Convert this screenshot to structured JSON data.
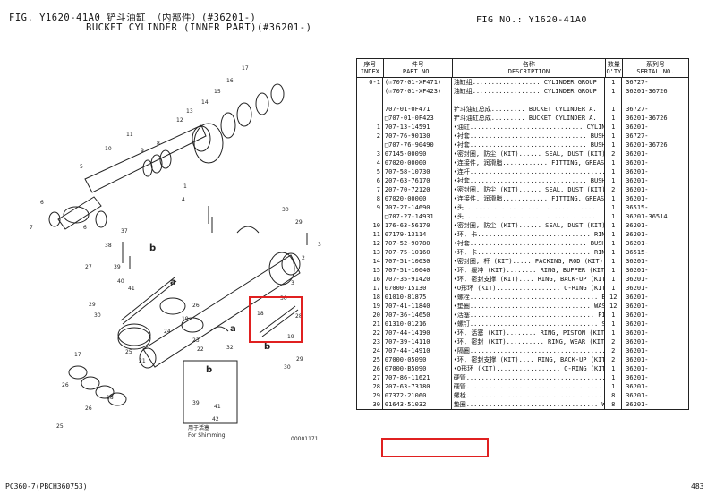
{
  "header": {
    "line1": "FIG. Y1620-41A0 铲斗油缸 （内部件）(#36201-)",
    "line2": "BUCKET CYLINDER (INNER PART)(#36201-)",
    "fig_no": "FIG NO.: Y1620-41A0"
  },
  "table": {
    "columns": [
      {
        "zh": "序号",
        "en": "INDEX"
      },
      {
        "zh": "件号",
        "en": "PART NO."
      },
      {
        "zh": "名称",
        "en": "DESCRIPTION"
      },
      {
        "zh": "数量",
        "en": "Q'TY"
      },
      {
        "zh": "系列号",
        "en": "SERIAL NO."
      }
    ],
    "rows": [
      {
        "idx": "0-1",
        "part": "(☉707-01-XF471)",
        "desc": "油缸组.................. CYLINDER GROUP",
        "qty": "1",
        "ser": "36727-"
      },
      {
        "idx": "",
        "part": "(☉707-01-XF423)",
        "desc": "油缸组.................. CYLINDER GROUP",
        "qty": "1",
        "ser": "36201-36726"
      },
      {
        "idx": "",
        "part": "",
        "desc": "",
        "qty": "",
        "ser": ""
      },
      {
        "idx": "",
        "part": "707-01-0F471",
        "desc": "铲斗油缸总成......... BUCKET CYLINDER A.",
        "qty": "1",
        "ser": "36727-"
      },
      {
        "idx": "",
        "part": "□707-01-0F423",
        "desc": "铲斗油缸总成......... BUCKET CYLINDER A.",
        "qty": "1",
        "ser": "36201-36726"
      },
      {
        "idx": "1",
        "part": "707-13-14591",
        "desc": "•油缸.............................. CYLINDER",
        "qty": "1",
        "ser": "36201-"
      },
      {
        "idx": "2",
        "part": "707-76-90130",
        "desc": "•衬套............................... BUSHING",
        "qty": "1",
        "ser": "36727-"
      },
      {
        "idx": "",
        "part": "□707-76-90490",
        "desc": "•衬套............................... BUSHING",
        "qty": "1",
        "ser": "36201-36726"
      },
      {
        "idx": "3",
        "part": "07145-00090",
        "desc": "•密封圈, 防尘 (KIT)...... SEAL, DUST (KIT)",
        "qty": "2",
        "ser": "36201-"
      },
      {
        "idx": "4",
        "part": "07020-00000",
        "desc": "•连接件, 润滑脂............ FITTING, GREASE",
        "qty": "1",
        "ser": "36201-"
      },
      {
        "idx": "5",
        "part": "707-58-10730",
        "desc": "•连杆.................................... ROD",
        "qty": "1",
        "ser": "36201-"
      },
      {
        "idx": "6",
        "part": "207-63-76170",
        "desc": "•衬套............................... BUSHING",
        "qty": "1",
        "ser": "36201-"
      },
      {
        "idx": "7",
        "part": "207-70-72120",
        "desc": "•密封圈, 防尘 (KIT)...... SEAL, DUST (KIT)",
        "qty": "2",
        "ser": "36201-"
      },
      {
        "idx": "8",
        "part": "07020-00000",
        "desc": "•连接件, 润滑脂............ FITTING, GREASE",
        "qty": "1",
        "ser": "36201-"
      },
      {
        "idx": "9",
        "part": "707-27-14690",
        "desc": "•头..................................... HEAD",
        "qty": "1",
        "ser": "36515-"
      },
      {
        "idx": "",
        "part": "□707-27-14931",
        "desc": "•头..................................... HEAD",
        "qty": "1",
        "ser": "36201-36514"
      },
      {
        "idx": "10",
        "part": "176-63-56170",
        "desc": "•密封圈, 防尘 (KIT)...... SEAL, DUST (KIT)",
        "qty": "1",
        "ser": "36201-"
      },
      {
        "idx": "11",
        "part": "07179-13114",
        "desc": "•环, 卡.............................. RING, SNAP",
        "qty": "1",
        "ser": "36201-"
      },
      {
        "idx": "12",
        "part": "707-52-90780",
        "desc": "•衬套............................... BUSHING",
        "qty": "1",
        "ser": "36201-"
      },
      {
        "idx": "13",
        "part": "707-75-10160",
        "desc": "•环, 卡.............................. RING, SNAP",
        "qty": "1",
        "ser": "36515-"
      },
      {
        "idx": "14",
        "part": "707-51-10030",
        "desc": "•密封圈, 杆 (KIT)..... PACKING, ROD (KIT)",
        "qty": "1",
        "ser": "36201-"
      },
      {
        "idx": "15",
        "part": "707-51-10640",
        "desc": "•环, 缓冲 (KIT)........ RING, BUFFER (KIT)",
        "qty": "1",
        "ser": "36201-"
      },
      {
        "idx": "16",
        "part": "707-35-91420",
        "desc": "•环, 密封支撑 (KIT).... RING, BACK-UP (KIT)",
        "qty": "1",
        "ser": "36201-"
      },
      {
        "idx": "17",
        "part": "07000-15130",
        "desc": "•O形环 (KIT)................. O-RING (KIT)",
        "qty": "1",
        "ser": "36201-"
      },
      {
        "idx": "18",
        "part": "01010-81875",
        "desc": "•螺栓.................................. BOLT",
        "qty": "12",
        "ser": "36201-"
      },
      {
        "idx": "19",
        "part": "707-41-11840",
        "desc": "•垫圈................................ WASHER",
        "qty": "12",
        "ser": "36201-"
      },
      {
        "idx": "20",
        "part": "707-36-14650",
        "desc": "•活塞................................. PISTON",
        "qty": "1",
        "ser": "36201-"
      },
      {
        "idx": "21",
        "part": "01310-01216",
        "desc": "•螺钉.................................. SCREW",
        "qty": "1",
        "ser": "36201-"
      },
      {
        "idx": "22",
        "part": "707-44-14190",
        "desc": "•环, 活塞 (KIT)........ RING, PISTON (KIT)",
        "qty": "1",
        "ser": "36201-"
      },
      {
        "idx": "23",
        "part": "707-39-14110",
        "desc": "•环, 密封 (KIT).......... RING, WEAR (KIT)",
        "qty": "2",
        "ser": "36201-"
      },
      {
        "idx": "24",
        "part": "707-44-14910",
        "desc": "•隔圈.................................... RING",
        "qty": "2",
        "ser": "36201-"
      },
      {
        "idx": "25",
        "part": "07000-05090",
        "desc": "•环, 密封支撑 (KIT).... RING, BACK-UP (KIT)",
        "qty": "2",
        "ser": "36201-"
      },
      {
        "idx": "26",
        "part": "07000-B5090",
        "desc": "•O形环 (KIT)................. O-RING (KIT)",
        "qty": "1",
        "ser": "36201-"
      },
      {
        "idx": "27",
        "part": "707-86-11621",
        "desc": "硬管..................................... TUBE",
        "qty": "1",
        "ser": "36201-"
      },
      {
        "idx": "28",
        "part": "207-63-73180",
        "desc": "硬管..................................... TUBE",
        "qty": "1",
        "ser": "36201-"
      },
      {
        "idx": "29",
        "part": "07372-21060",
        "desc": "螺栓..................................... BOLT",
        "qty": "8",
        "ser": "36201-"
      },
      {
        "idx": "30",
        "part": "01643-51032",
        "desc": "垫圈................................... WASHER",
        "qty": "8",
        "ser": "36201-"
      }
    ]
  },
  "drawing": {
    "inset_label_zh": "用于活塞",
    "inset_label_en": "For Shimming",
    "inset_letter": "b",
    "ref_code": "00001171",
    "callouts": [
      "1",
      "2",
      "3",
      "4",
      "5",
      "6",
      "7",
      "8",
      "9",
      "10",
      "11",
      "12",
      "13",
      "14",
      "15",
      "16",
      "17",
      "18",
      "19",
      "20",
      "21",
      "22",
      "23",
      "24",
      "25",
      "26",
      "27",
      "28",
      "29",
      "30",
      "37",
      "38",
      "39",
      "40",
      "41"
    ],
    "letters": [
      "a",
      "b",
      "a",
      "b"
    ]
  },
  "footer": {
    "model": "PC360-7(PBCH360753)",
    "page": "483"
  },
  "colors": {
    "highlight": "#e02020",
    "line": "#222222"
  }
}
